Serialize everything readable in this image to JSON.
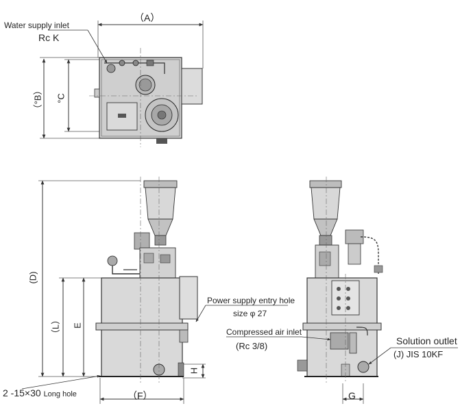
{
  "labels": {
    "water_supply_inlet": "Water supply inlet",
    "water_supply_size": "Rc K",
    "dim_a": "（A）",
    "dim_b": "（°B）",
    "dim_c": "°C",
    "dim_d": "(D)",
    "dim_l": "（L）",
    "dim_e": "E",
    "dim_f": "（F）",
    "dim_h": "H",
    "dim_g": "G",
    "long_hole": "2 -15×30",
    "long_hole_suffix": "Long hole",
    "power_entry": "Power supply entry hole",
    "power_entry_size": "size φ 27",
    "compressed_air": "Compressed air inlet",
    "compressed_air_size": "(Rc 3/8)",
    "solution_outlet": "Solution outlet",
    "solution_outlet_size": "(J) JIS  10KF"
  }
}
